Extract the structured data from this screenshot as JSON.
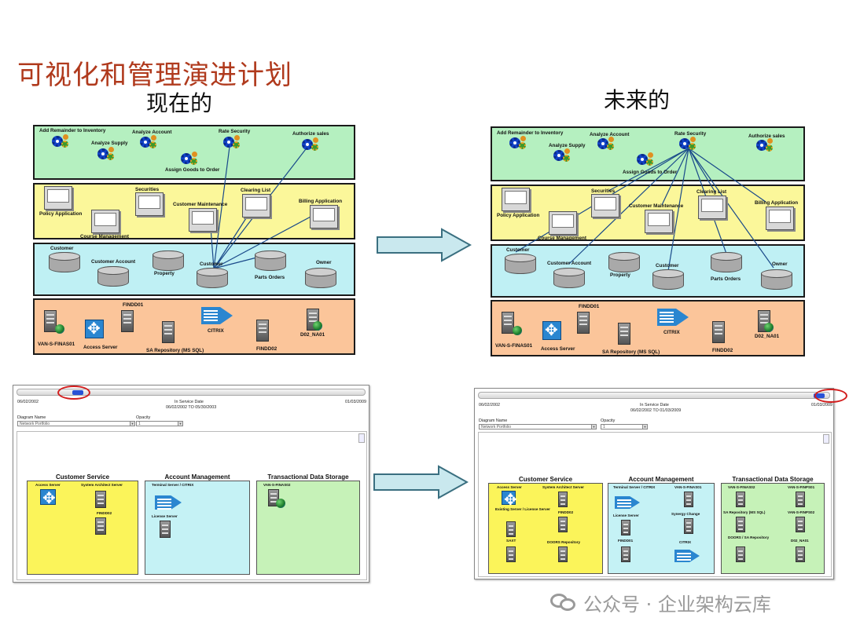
{
  "title": "可视化和管理演进计划",
  "current_label": "现在的",
  "future_label": "未来的",
  "colors": {
    "title": "#b03a1d",
    "process_layer": "#b5f0c0",
    "application_layer": "#fbf79a",
    "data_layer": "#bff0f4",
    "infrastructure_layer": "#fbc59a",
    "link_line": "#1a4a8a",
    "arrow": "#c9e8ee",
    "highlight_ring": "#d21e1e"
  },
  "diagram": {
    "processes": {
      "add_reminder": "Add Remainder to Inventory",
      "analyze_supply": "Analyze Supply",
      "analyze_account": "Analyze Account",
      "assign_goods": "Assign Goods to Order",
      "rate_security": "Rate Security",
      "authorize_sales": "Authorize sales"
    },
    "applications": {
      "policy": "Policy Application",
      "course": "Course Management",
      "securities": "Securities",
      "customer_maintenance": "Customer Maintenance",
      "clearing_list": "Clearing List",
      "billing": "Billing Application"
    },
    "data": {
      "customer": "Customer",
      "customer_account": "Customer Account",
      "property": "Property",
      "customer2": "Customer",
      "parts_orders": "Parts Orders",
      "owner": "Owner"
    },
    "infrastructure": {
      "van": "VAN-S-FINAS01",
      "access": "Access Server",
      "findd01": "FINDD01",
      "sa_repo": "SA Repository (MS SQL)",
      "citrix": "CITRIX",
      "findd02": "FINDD02",
      "d02": "D02_NA01"
    }
  },
  "screens": {
    "start_date": "06/02/2002",
    "end_date": "01/03/2009",
    "in_service_label": "In Service Date",
    "diagram_name_label": "Diagram Name",
    "diagram_name_value": "Network Portfolio",
    "opacity_label": "Opacity",
    "opacity_value": "1",
    "panel_titles": {
      "customer_service": "Customer Service",
      "account_management": "Account Management",
      "transactional_storage": "Transactional Data Storage"
    },
    "current": {
      "range": "06/02/2002 TO 05/30/2003",
      "customer_service": [
        "Access Server",
        "System Architect Server",
        "FINDD02"
      ],
      "account_management": [
        "Terminal Server / CITRIX",
        "License Server"
      ],
      "transactional": [
        "VAN-S-FINAS02"
      ]
    },
    "future": {
      "range": "06/02/2002 TO 01/03/2009",
      "customer_service": [
        "Access Server",
        "System Architect Server",
        "Existing Server / License Server",
        "FINDD02",
        "SAXT",
        "DOORS Repository"
      ],
      "account_management": [
        "Terminal Server / CITRIX",
        "VAN-S-FINAS01",
        "License Server",
        "Synergy Change",
        "FINDD01",
        "CITRIX"
      ],
      "transactional": [
        "VAN-S-FINAS02",
        "VAN-S-FINPS01",
        "SA Repository (MS SQL)",
        "VAN-S-FINPS02",
        "DOORS / SA Repository",
        "D02_NA01"
      ]
    }
  },
  "watermark": "公众号 · 企业架构云库"
}
